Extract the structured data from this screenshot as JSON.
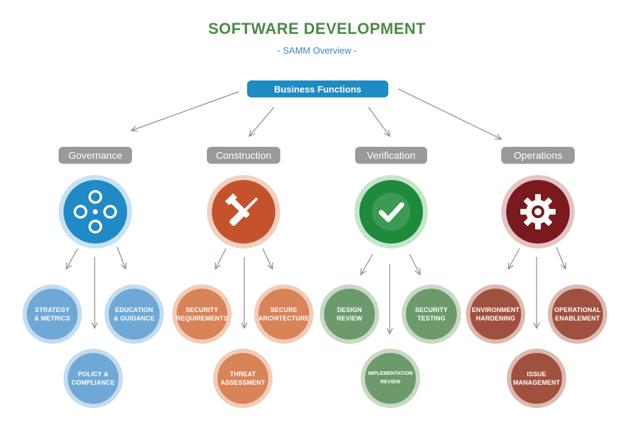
{
  "header": {
    "title": "SOFTWARE DEVELOPMENT",
    "subtitle": "- SAMM Overview -"
  },
  "root": {
    "label": "Business Functions"
  },
  "colors": {
    "title": "#4c8a48",
    "subtitle": "#3a86bd",
    "root": "#1e8bc3",
    "pill": "#9a9a9a",
    "arrow": "#8a8a8a"
  },
  "functions": [
    {
      "label": "Governance",
      "icon": "circles-icon",
      "icon_color": "#1f8ac5",
      "icon_ring": "#c9e2f2",
      "practice_fill": "#6fa8d6",
      "practice_ring": "#c5dcef",
      "practices": [
        "STRATEGY\n& METRICS",
        "EDUCATION\n& GUIDANCE",
        "POLICY &\nCOMPLIANCE"
      ]
    },
    {
      "label": "Construction",
      "icon": "wrench-screwdriver-icon",
      "icon_color": "#c4532b",
      "icon_ring": "#f1d1c2",
      "practice_fill": "#d98358",
      "practice_ring": "#f0cdb9",
      "practices": [
        "SECURITY\nREQUIREMENTS",
        "SECURE\nARCHITECTURE",
        "THREAT\nASSESSMENT"
      ]
    },
    {
      "label": "Verification",
      "icon": "checkmark-icon",
      "icon_color": "#1e8a3c",
      "icon_ring": "#c7e3cd",
      "practice_fill": "#6d9a6c",
      "practice_ring": "#c8d9c5",
      "practices": [
        "DESIGN\nREVIEW",
        "SECURITY\nTESTING",
        "IMPLEMENTATION\nREVIEW"
      ]
    },
    {
      "label": "Operations",
      "icon": "gear-icon",
      "icon_color": "#7a1a1e",
      "icon_ring": "#e3c4c5",
      "practice_fill": "#a0503f",
      "practice_ring": "#dcbab1",
      "practices": [
        "ENVIRONMENT\nHARDENING",
        "OPERATIONAL\nENABLEMENT",
        "ISSUE\nMANAGEMENT"
      ]
    }
  ]
}
